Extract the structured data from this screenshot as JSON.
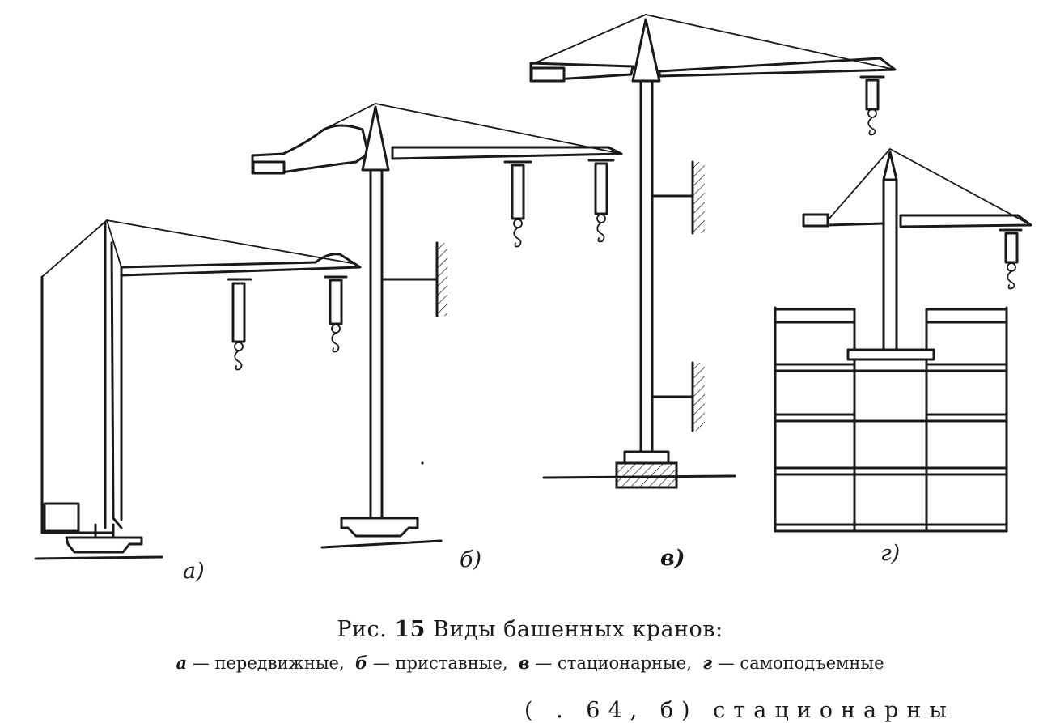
{
  "figure": {
    "panel_labels": [
      "а)",
      "б)",
      "в)",
      "г)"
    ],
    "caption": {
      "prefix": "Рис.",
      "number": "15",
      "title": "Виды башенных кранов:"
    },
    "legend": [
      {
        "key": "а",
        "text": "передвижные,"
      },
      {
        "key": "б",
        "text": "приставные,"
      },
      {
        "key": "в",
        "text": "стационарные,"
      },
      {
        "key": "г",
        "text": "самоподъемные"
      }
    ],
    "bottom_cutoff_text": "( . 64, б) стационарны"
  }
}
